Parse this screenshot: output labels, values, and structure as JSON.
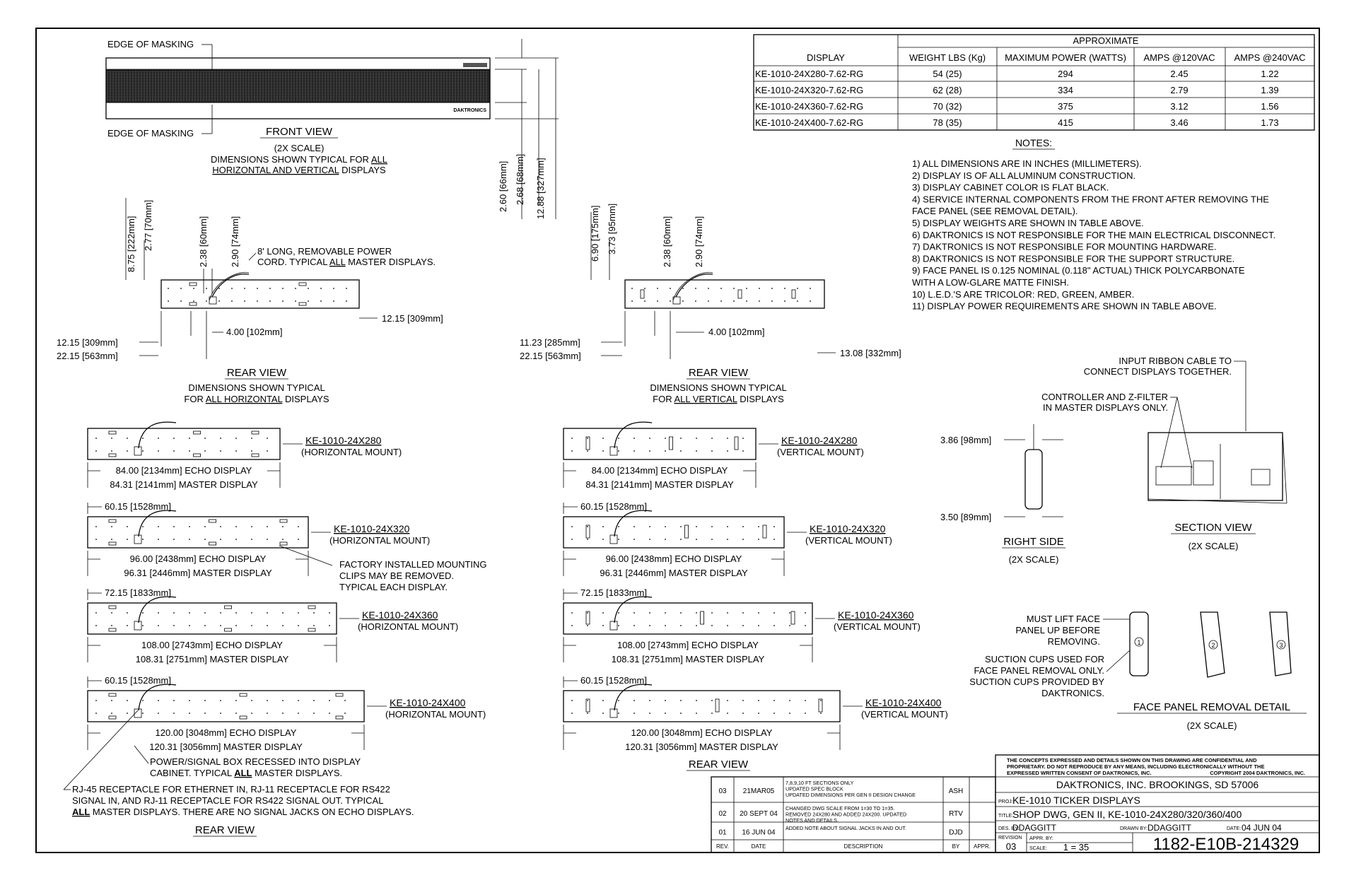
{
  "front_view": {
    "edge_masking_top": "EDGE OF MASKING",
    "edge_masking_bottom": "EDGE OF MASKING",
    "logo": "DAKTRONICS",
    "title": "FRONT VIEW",
    "scale": "(2X SCALE)",
    "caption1_a": "DIMENSIONS SHOWN TYPICAL FOR ",
    "caption1_b": "ALL",
    "caption2_a": "HORIZONTAL AND VERTICAL",
    "caption2_b": " DISPLAYS",
    "dim_a": "2.60 [66mm]",
    "dim_b": "2.68 [68mm]",
    "dim_c": "12.88 [327mm]"
  },
  "spec_table": {
    "group_header": "APPROXIMATE",
    "headers": [
      "DISPLAY",
      "WEIGHT LBS (Kg)",
      "MAXIMUM POWER (WATTS)",
      "AMPS @120VAC",
      "AMPS @240VAC"
    ],
    "rows": [
      [
        "KE-1010-24X280-7.62-RG",
        "54 (25)",
        "294",
        "2.45",
        "1.22"
      ],
      [
        "KE-1010-24X320-7.62-RG",
        "62 (28)",
        "334",
        "2.79",
        "1.39"
      ],
      [
        "KE-1010-24X360-7.62-RG",
        "70 (32)",
        "375",
        "3.12",
        "1.56"
      ],
      [
        "KE-1010-24X400-7.62-RG",
        "78 (35)",
        "415",
        "3.46",
        "1.73"
      ]
    ]
  },
  "notes": {
    "title": "NOTES:",
    "items": [
      "1)  ALL DIMENSIONS ARE IN INCHES (MILLIMETERS).",
      "2)  DISPLAY IS OF ALL ALUMINUM CONSTRUCTION.",
      "3)  DISPLAY CABINET COLOR IS FLAT BLACK.",
      "4)  SERVICE INTERNAL COMPONENTS FROM THE FRONT AFTER REMOVING THE",
      "      FACE PANEL (SEE REMOVAL DETAIL).",
      "5)  DISPLAY WEIGHTS ARE SHOWN IN TABLE ABOVE.",
      "6)  DAKTRONICS IS NOT RESPONSIBLE FOR THE MAIN ELECTRICAL DISCONNECT.",
      "7)  DAKTRONICS IS NOT RESPONSIBLE FOR MOUNTING HARDWARE.",
      "8)  DAKTRONICS IS NOT RESPONSIBLE FOR THE SUPPORT STRUCTURE.",
      "9)  FACE PANEL IS 0.125 NOMINAL (0.118\" ACTUAL) THICK POLYCARBONATE",
      "      WITH A LOW-GLARE MATTE FINISH.",
      "10) L.E.D.'S ARE TRICOLOR: RED, GREEN, AMBER.",
      "11) DISPLAY POWER REQUIREMENTS ARE SHOWN IN TABLE ABOVE."
    ]
  },
  "rear_h": {
    "dim_v1": "8.75 [222mm]",
    "dim_v2": "2.77 [70mm]",
    "dim_v3": "2.38 [60mm]",
    "dim_v4": "2.90 [74mm]",
    "cord_note1": "8' LONG, REMOVABLE POWER",
    "cord_note2_a": "CORD. TYPICAL ",
    "cord_note2_b": "ALL",
    "cord_note2_c": " MASTER DISPLAYS.",
    "dim_a": "12.15 [309mm]",
    "dim_b": "22.15 [563mm]",
    "dim_c": "4.00 [102mm]",
    "dim_d": "12.15 [309mm]",
    "title": "REAR VIEW",
    "cap1": "DIMENSIONS SHOWN TYPICAL",
    "cap2_a": "FOR ",
    "cap2_b": "ALL HORIZONTAL",
    "cap2_c": " DISPLAYS"
  },
  "rear_v": {
    "dim_v1": "6.90 [175mm]",
    "dim_v2": "3.73 [95mm]",
    "dim_v3": "2.38 [60mm]",
    "dim_v4": "2.90 [74mm]",
    "dim_a": "11.23 [285mm]",
    "dim_b": "22.15 [563mm]",
    "dim_c": "4.00 [102mm]",
    "dim_d": "13.08 [332mm]",
    "title": "REAR VIEW",
    "cap1": "DIMENSIONS SHOWN TYPICAL",
    "cap2_a": "FOR ",
    "cap2_b": "ALL VERTICAL",
    "cap2_c": " DISPLAYS"
  },
  "models_h": [
    {
      "name": "KE-1010-24X280",
      "mount": "(HORIZONTAL MOUNT)",
      "echo": "84.00 [2134mm] ECHO DISPLAY",
      "master": "84.31 [2141mm] MASTER DISPLAY",
      "spacing": ""
    },
    {
      "name": "KE-1010-24X320",
      "mount": "(HORIZONTAL MOUNT)",
      "echo": "96.00 [2438mm] ECHO DISPLAY",
      "master": "96.31 [2446mm] MASTER DISPLAY",
      "spacing": "60.15 [1528mm]"
    },
    {
      "name": "KE-1010-24X360",
      "mount": "(HORIZONTAL MOUNT)",
      "echo": "108.00 [2743mm] ECHO DISPLAY",
      "master": "108.31 [2751mm] MASTER DISPLAY",
      "spacing": "72.15 [1833mm]"
    },
    {
      "name": "KE-1010-24X400",
      "mount": "(HORIZONTAL MOUNT)",
      "echo": "120.00 [3048mm] ECHO DISPLAY",
      "master": "120.31 [3056mm] MASTER DISPLAY",
      "spacing": "60.15 [1528mm]"
    }
  ],
  "models_v": [
    {
      "name": "KE-1010-24X280",
      "mount": "(VERTICAL MOUNT)",
      "echo": "84.00 [2134mm] ECHO DISPLAY",
      "master": "84.31 [2141mm] MASTER DISPLAY",
      "spacing": ""
    },
    {
      "name": "KE-1010-24X320",
      "mount": "(VERTICAL MOUNT)",
      "echo": "96.00 [2438mm] ECHO DISPLAY",
      "master": "96.31 [2446mm] MASTER DISPLAY",
      "spacing": "60.15 [1528mm]"
    },
    {
      "name": "KE-1010-24X360",
      "mount": "(VERTICAL MOUNT)",
      "echo": "108.00 [2743mm] ECHO DISPLAY",
      "master": "108.31 [2751mm] MASTER DISPLAY",
      "spacing": "72.15 [1833mm]"
    },
    {
      "name": "KE-1010-24X400",
      "mount": "(VERTICAL MOUNT)",
      "echo": "120.00 [3048mm] ECHO DISPLAY",
      "master": "120.31 [3056mm] MASTER DISPLAY",
      "spacing": "60.15 [1528mm]"
    }
  ],
  "clips_note": [
    "FACTORY INSTALLED MOUNTING",
    "CLIPS MAY BE REMOVED.",
    "TYPICAL EACH DISPLAY."
  ],
  "power_box_note": [
    "POWER/SIGNAL BOX RECESSED INTO DISPLAY",
    "CABINET. TYPICAL ",
    "ALL",
    " MASTER DISPLAYS."
  ],
  "rj_note": {
    "l1": "RJ-45 RECEPTACLE FOR ETHERNET IN, RJ-11 RECEPTACLE FOR RS422",
    "l2": "SIGNAL IN, AND RJ-11 RECEPTACLE FOR RS422 SIGNAL OUT. TYPICAL",
    "l3a": "ALL",
    "l3b": " MASTER DISPLAYS. THERE ARE NO SIGNAL JACKS ON ECHO DISPLAYS."
  },
  "rear_view_bottom_left": "REAR VIEW",
  "rear_view_bottom_mid": "REAR VIEW",
  "right_side": {
    "dim_top": "3.86 [98mm]",
    "dim_bot": "3.50 [89mm]",
    "title": "RIGHT SIDE",
    "scale": "(2X SCALE)"
  },
  "section_view": {
    "ribbon1": "INPUT RIBBON CABLE TO",
    "ribbon2": "CONNECT DISPLAYS TOGETHER.",
    "ctrl1": "CONTROLLER AND Z-FILTER",
    "ctrl2": "IN MASTER DISPLAYS ONLY.",
    "title": "SECTION VIEW",
    "scale": "(2X SCALE)"
  },
  "face_removal": {
    "lift1": "MUST LIFT FACE",
    "lift2": "PANEL UP BEFORE",
    "lift3": "REMOVING.",
    "suc1": "SUCTION CUPS USED FOR",
    "suc2": "FACE PANEL REMOVAL ONLY.",
    "suc3": "SUCTION CUPS PROVIDED BY",
    "suc4": "DAKTRONICS.",
    "steps": [
      "1",
      "2",
      "3"
    ],
    "title": "FACE PANEL REMOVAL DETAIL",
    "scale": "(2X SCALE)"
  },
  "revisions": {
    "rows": [
      {
        "rev": "03",
        "date": "21MAR05",
        "desc": [
          "7,8,9,10 FT SECTIONS ONLY",
          "UPDATED SPEC BLOCK",
          "UPDATED DIMENSIONS PER GEN II DESIGN CHANGE"
        ],
        "by": "ASH"
      },
      {
        "rev": "02",
        "date": "20 SEPT 04",
        "desc": [
          "CHANGED DWG SCALE FROM 1=30 TO 1=35.",
          "REMOVED 24X280 AND ADDED 24X200. UPDATED",
          "NOTES AND DETAILS."
        ],
        "by": "RTV"
      },
      {
        "rev": "01",
        "date": "16 JUN 04",
        "desc": [
          "ADDED NOTE ABOUT SIGNAL JACKS IN AND OUT.",
          "",
          ""
        ],
        "by": "DJD"
      }
    ],
    "headers": [
      "REV.",
      "DATE",
      "DESCRIPTION",
      "BY",
      "APPR."
    ]
  },
  "title_block": {
    "conf1": "THE CONCEPTS EXPRESSED AND DETAILS SHOWN ON THIS DRAWING ARE CONFIDENTIAL AND",
    "conf2": "PROPRIETARY. DO NOT REPRODUCE BY ANY MEANS, INCLUDING ELECTRONICALLY WITHOUT THE",
    "conf3": "EXPRESSED WRITTEN CONSENT OF DAKTRONICS, INC.",
    "copyright": "COPYRIGHT 2004 DAKTRONICS, INC.",
    "company": "DAKTRONICS, INC.  BROOKINGS, SD 57006",
    "proj_label": "PROJ:",
    "proj": "KE-1010 TICKER DISPLAYS",
    "title_label": "TITLE:",
    "title": "SHOP DWG, GEN II, KE-1010-24X280/320/360/400",
    "des_label": "DES. BY:",
    "des": "DDAGGITT",
    "drawn_label": "DRAWN BY:",
    "drawn": "DDAGGITT",
    "date_label": "DATE:",
    "date": "04 JUN 04",
    "revision_label": "REVISION",
    "revision": "03",
    "appr_label": "APPR. BY:",
    "scale_label": "SCALE:",
    "scale": "1 = 35",
    "dwg_no": "1182-E10B-214329"
  }
}
